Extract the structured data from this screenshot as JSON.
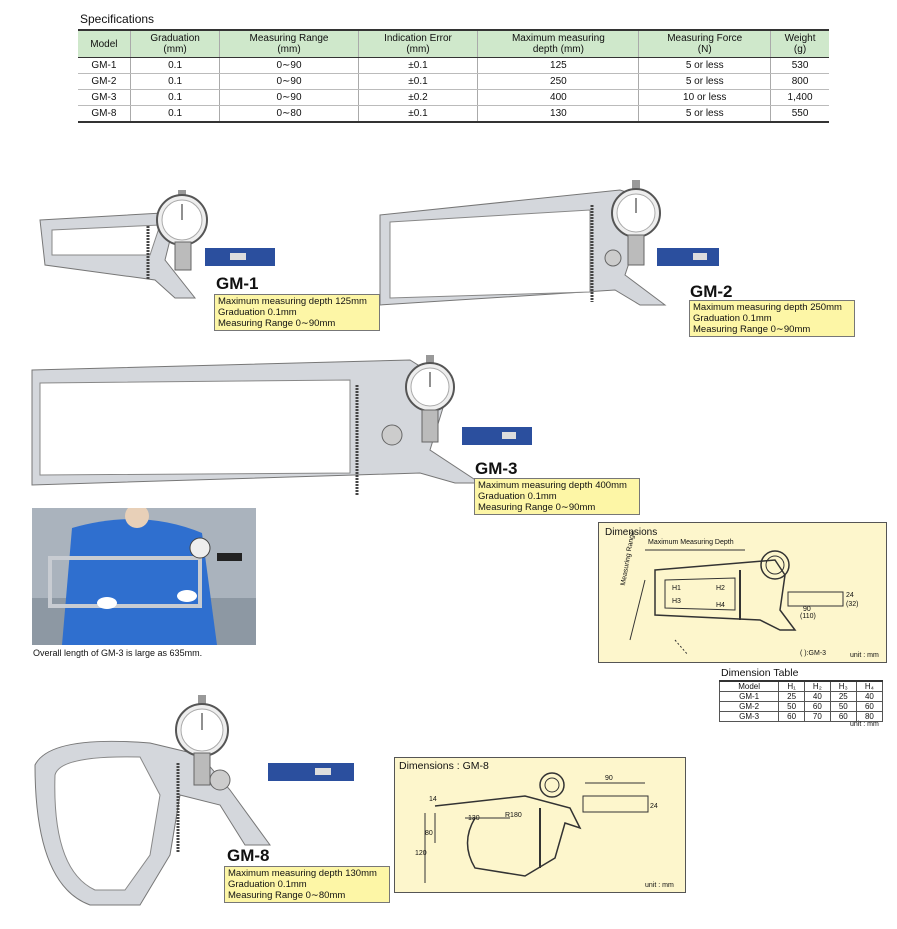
{
  "specs": {
    "heading": "Specifications",
    "columns": [
      {
        "line1": "Model",
        "line2": ""
      },
      {
        "line1": "Graduation",
        "line2": "(mm)"
      },
      {
        "line1": "Measuring Range",
        "line2": "(mm)"
      },
      {
        "line1": "Indication Error",
        "line2": "(mm)"
      },
      {
        "line1": "Maximum measuring",
        "line2": "depth (mm)"
      },
      {
        "line1": "Measuring Force",
        "line2": "(N)"
      },
      {
        "line1": "Weight",
        "line2": "(g)"
      }
    ],
    "rows": [
      [
        "GM-1",
        "0.1",
        "0∼90",
        "±0.1",
        "125",
        "5 or less",
        "530"
      ],
      [
        "GM-2",
        "0.1",
        "0∼90",
        "±0.1",
        "250",
        "5 or less",
        "800"
      ],
      [
        "GM-3",
        "0.1",
        "0∼90",
        "±0.2",
        "400",
        "10 or less",
        "1,400"
      ],
      [
        "GM-8",
        "0.1",
        "0∼80",
        "±0.1",
        "130",
        "5 or less",
        "550"
      ]
    ]
  },
  "products": {
    "gm1": {
      "label": "GM-1",
      "lines": [
        "Maximum measuring depth 125mm",
        "Graduation 0.1mm",
        "Measuring Range 0∼90mm"
      ]
    },
    "gm2": {
      "label": "GM-2",
      "lines": [
        "Maximum measuring depth 250mm",
        "Graduation 0.1mm",
        "Measuring Range 0∼90mm"
      ]
    },
    "gm3": {
      "label": "GM-3",
      "lines": [
        "Maximum measuring depth 400mm",
        "Graduation 0.1mm",
        "Measuring Range 0∼90mm"
      ]
    },
    "gm8": {
      "label": "GM-8",
      "lines": [
        "Maximum measuring depth 130mm",
        "Graduation 0.1mm",
        "Measuring Range 0∼80mm"
      ]
    }
  },
  "photo_caption": "Overall length of GM-3 is large as 635mm.",
  "dimensions": {
    "title": "Dimensions",
    "max_depth_label": "Maximum Measuring Depth",
    "range_label": "Measuring Range",
    "h_labels": [
      "H1",
      "H2",
      "H3",
      "H4"
    ],
    "dim_90": "90",
    "dim_110": "(110)",
    "dim_24": "24",
    "dim_32": "(32)",
    "note": "( ):GM-3",
    "unit": "unit : mm"
  },
  "dimension_table": {
    "title": "Dimension Table",
    "headers": [
      "Model",
      "H₁",
      "H₂",
      "H₃",
      "H₄"
    ],
    "rows": [
      [
        "GM-1",
        "25",
        "40",
        "25",
        "40"
      ],
      [
        "GM-2",
        "50",
        "60",
        "50",
        "60"
      ],
      [
        "GM-3",
        "60",
        "70",
        "60",
        "80"
      ]
    ],
    "unit": "unit : mm"
  },
  "gm8_dimensions": {
    "title": "Dimensions : GM-8",
    "dims": {
      "d90": "90",
      "d24": "24",
      "d14": "14",
      "d130": "130",
      "r180": "R180",
      "d80": "80",
      "d120": "120"
    },
    "unit": "unit : mm"
  },
  "colors": {
    "table_header": "#cfe8cb",
    "callout": "#fdf6a6",
    "panel": "#fdf6cc",
    "dial_blue": "#2b4f9e",
    "frame": "#c9ccd2"
  },
  "icons": [
    "dial-gauge-icon",
    "caliper-frame-icon"
  ]
}
